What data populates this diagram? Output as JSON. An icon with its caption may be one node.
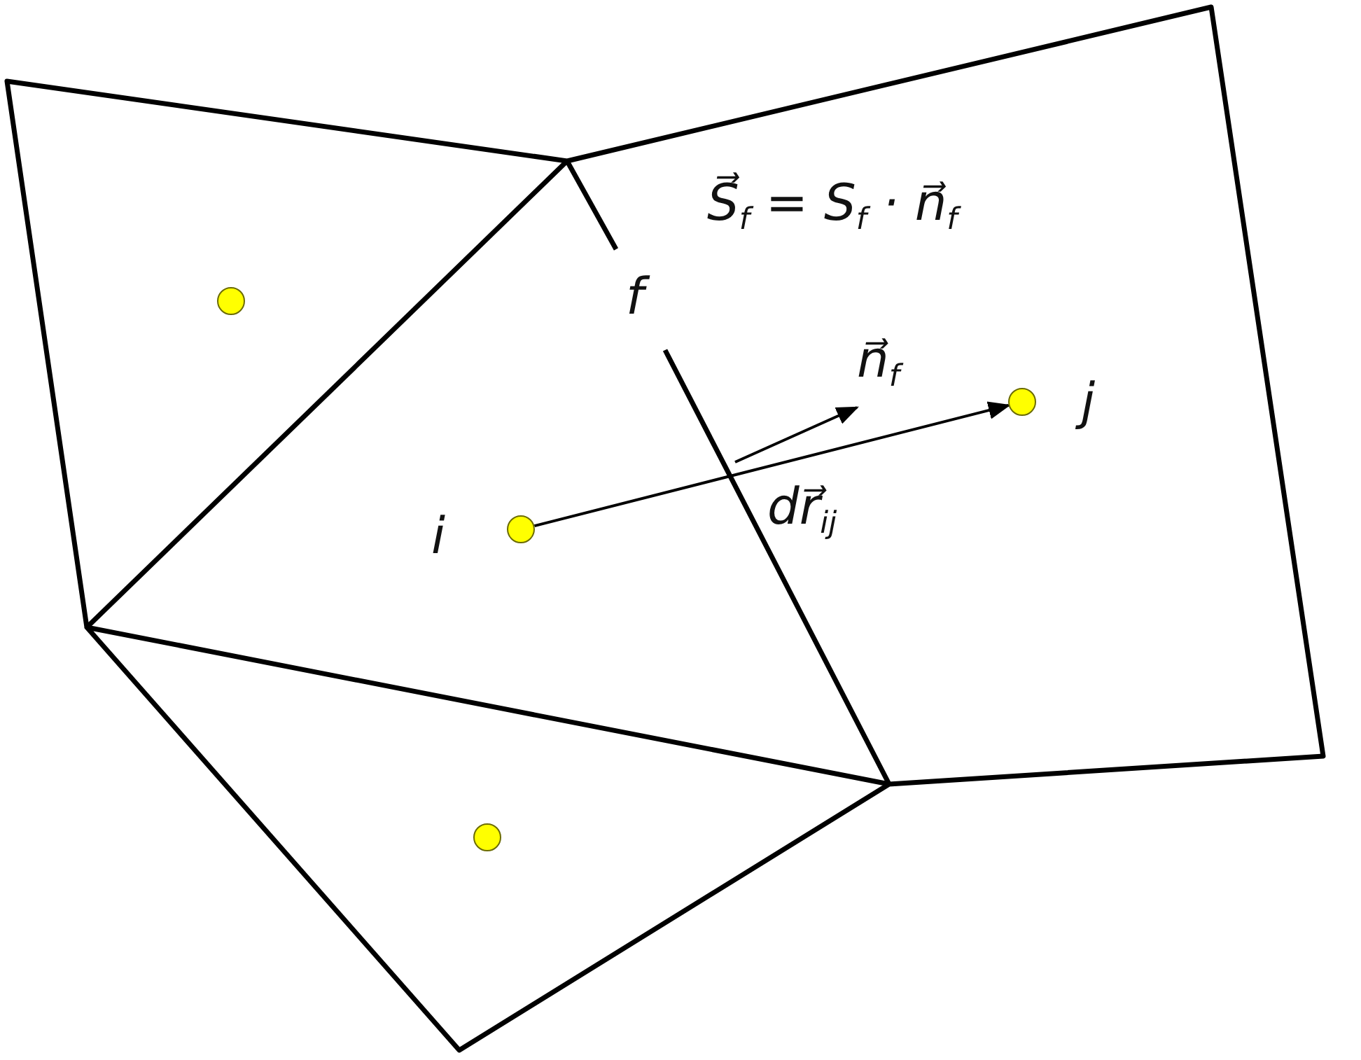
{
  "diagram": {
    "nodes": [
      {
        "text": [],
        "shape": "circle"
      },
      {
        "text": [],
        "shape": "circle",
        "beside": [
          "j"
        ]
      },
      {
        "text": [],
        "shape": "circle",
        "beside": [
          "i"
        ]
      },
      {
        "text": [],
        "shape": "circle"
      }
    ],
    "edges": [
      {
        "from": 2,
        "to": 1,
        "arrow": "to",
        "label": "dr⃗$_{ij}$"
      }
    ],
    "labels": [
      "S⃗$_{f}$ = S$_{f}$ · n⃗$_{f}$",
      "f",
      "n⃗$_{f}$"
    ]
  }
}
